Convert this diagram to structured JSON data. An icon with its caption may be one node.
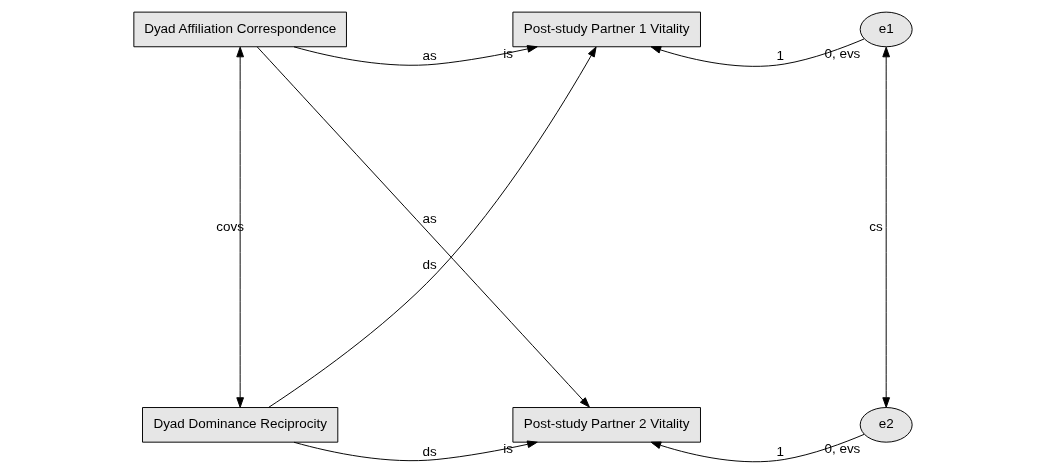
{
  "diagram": {
    "nodes": [
      {
        "text": [
          "Dyad Affiliation Correspondence"
        ]
      },
      {
        "text": [
          "Post-study Partner 1 Vitality"
        ],
        "beside": [
          "is"
        ]
      },
      {
        "text": [
          "e1"
        ],
        "beside": [
          "0, evs"
        ]
      },
      {
        "text": [
          "Dyad Dominance Reciprocity"
        ]
      },
      {
        "text": [
          "Post-study Partner 2 Vitality"
        ],
        "beside": [
          "is"
        ]
      },
      {
        "text": [
          "e2"
        ],
        "beside": [
          "0, evs"
        ]
      }
    ],
    "edges": [
      {
        "from": 0,
        "to": 1,
        "arrow": "to",
        "label": "as"
      },
      {
        "from": 0,
        "to": 4,
        "arrow": "to",
        "label": "as"
      },
      {
        "from": 3,
        "to": 1,
        "arrow": "to",
        "label": "ds"
      },
      {
        "from": 3,
        "to": 4,
        "arrow": "to",
        "label": "ds"
      },
      {
        "from": 2,
        "to": 1,
        "arrow": "to",
        "label": "1"
      },
      {
        "from": 5,
        "to": 4,
        "arrow": "to",
        "label": "1"
      },
      {
        "from": 0,
        "to": 3,
        "arrow": "both",
        "label": "covs"
      },
      {
        "from": 2,
        "to": 5,
        "arrow": "both",
        "label": "cs"
      }
    ]
  }
}
